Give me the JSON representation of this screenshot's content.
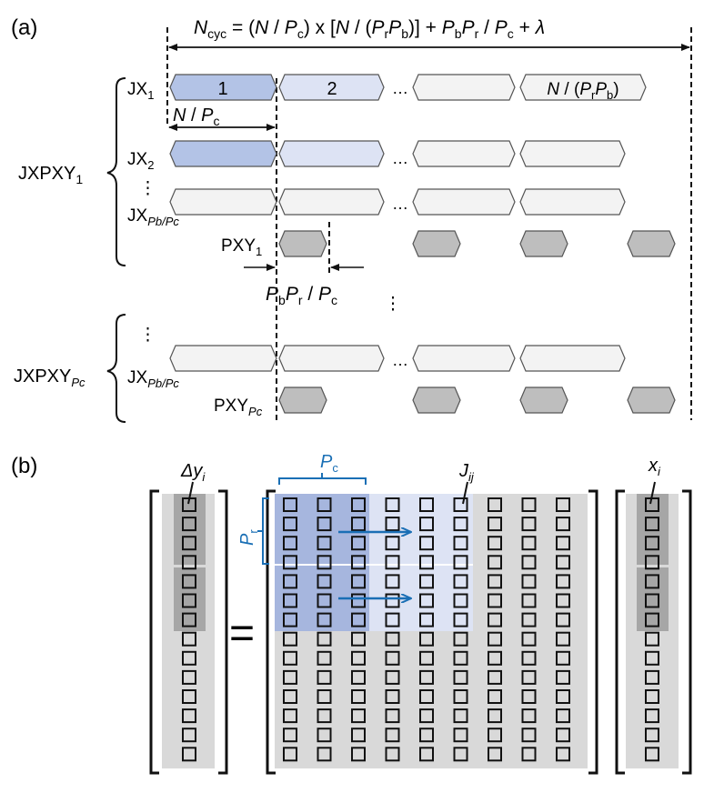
{
  "panel_a": {
    "label": "(a)",
    "ncyc": {
      "sym": "N",
      "sub": "cyc",
      "eq": " = ("
    },
    "ncyc_parts": [
      {
        "t": "N",
        "it": true
      },
      {
        "t": " / "
      },
      {
        "t": "P",
        "it": true
      },
      {
        "t": "c",
        "sub": true
      },
      {
        "t": ") x ["
      },
      {
        "t": "N",
        "it": true
      },
      {
        "t": " / ("
      },
      {
        "t": "P",
        "it": true
      },
      {
        "t": "r",
        "sub": true
      },
      {
        "t": "P",
        "it": true
      },
      {
        "t": "b",
        "sub": true
      },
      {
        "t": ")] + "
      },
      {
        "t": "P",
        "it": true
      },
      {
        "t": "b",
        "sub": true
      },
      {
        "t": "P",
        "it": true
      },
      {
        "t": "r",
        "sub": true
      },
      {
        "t": " / "
      },
      {
        "t": "P",
        "it": true
      },
      {
        "t": "c",
        "sub": true
      },
      {
        "t": " + "
      },
      {
        "t": "λ",
        "it": true
      }
    ],
    "group1": {
      "name": "JXPXY",
      "sub": "1"
    },
    "group2": {
      "name": "JXPXY",
      "sub": "Pc"
    },
    "rows": {
      "jx1": {
        "name": "JX",
        "sub": "1"
      },
      "jx2": {
        "name": "JX",
        "sub": "2"
      },
      "jxlast": {
        "name": "JX",
        "sub": "Pb/Pc"
      },
      "pxy1": {
        "name": "PXY",
        "sub": "1"
      },
      "pxylast": {
        "name": "PXY",
        "sub": "Pc"
      }
    },
    "block1": "1",
    "block2": "2",
    "last_block": {
      "a": "N",
      "b": " / (",
      "c": "P",
      "d": "r",
      "e": "P",
      "f": "b",
      "g": ")"
    },
    "ellipsis_h": "…",
    "ellipsis_v": "⋮",
    "interval_n_pc": {
      "a": "N",
      "b": " / ",
      "c": "P",
      "d": "c"
    },
    "interval_pb": {
      "a": "P",
      "b": "b",
      "c": "P",
      "d": "r",
      "e": " / ",
      "f": "P",
      "g": "c"
    },
    "colors": {
      "block_dark": "#b3c3e6",
      "block_light": "#dde3f4",
      "block_grey": "#f3f3f3",
      "pxy": "#bebebe"
    }
  },
  "panel_b": {
    "label": "(b)",
    "dy": {
      "a": "Δy",
      "b": "i"
    },
    "jij": {
      "a": "J",
      "b": "ij"
    },
    "xi": {
      "a": "x",
      "b": "i"
    },
    "pc": {
      "a": "P",
      "b": "c"
    },
    "pr": {
      "a": "P",
      "b": "r"
    },
    "equals": "=",
    "matrix_cols": 9,
    "matrix_rows": 14,
    "colors": {
      "accent": "#1a6fb5",
      "matrix_bg": "#d9d9d9",
      "col_bg": "#d9d9d9",
      "highlight": "#a6a6a6"
    }
  }
}
